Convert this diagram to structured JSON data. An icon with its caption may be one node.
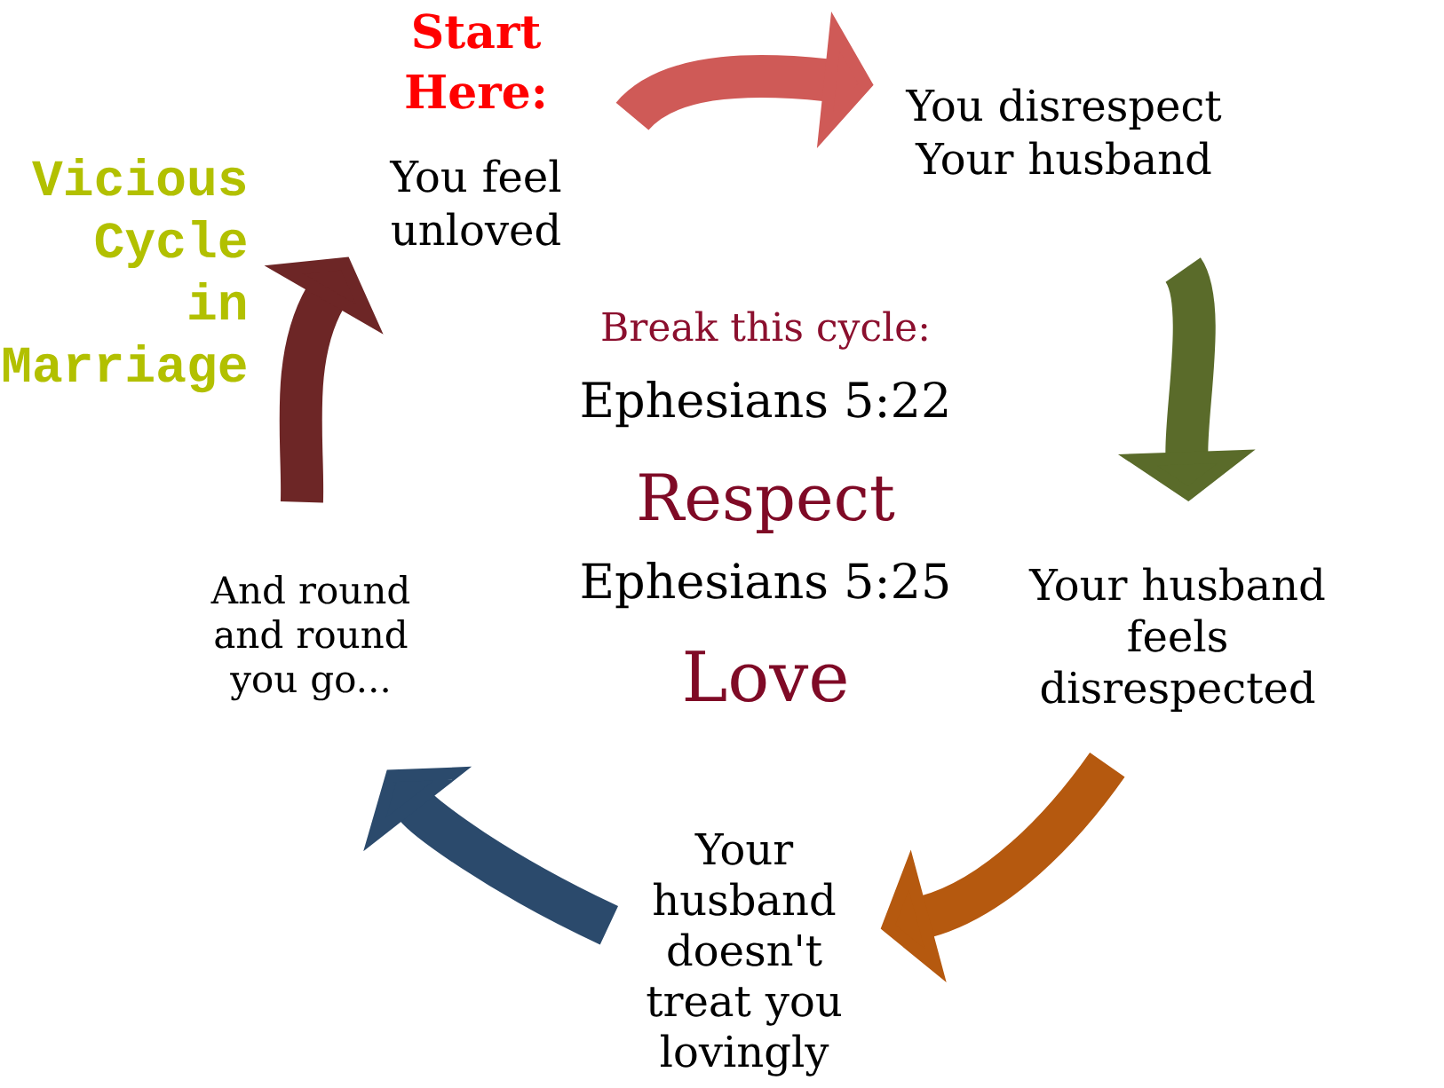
{
  "diagram": {
    "nodes": [
      {
        "text": [
          "You feel unloved"
        ],
        "beside": [
          "Start Here:"
        ]
      },
      {
        "text": [
          "You disrespect Your husband"
        ]
      },
      {
        "text": [
          "Your husband feels disrespected"
        ]
      },
      {
        "text": [
          "Your husband doesn't treat you lovingly"
        ]
      },
      {
        "text": [
          "And round and round you go..."
        ]
      }
    ],
    "edges": [
      {
        "from": 0,
        "to": 1,
        "arrow": "to",
        "color": "#cf5a57"
      },
      {
        "from": 1,
        "to": 2,
        "arrow": "to",
        "color": "#5a6b2a"
      },
      {
        "from": 2,
        "to": 3,
        "arrow": "to",
        "color": "#b5590f"
      },
      {
        "from": 3,
        "to": 4,
        "arrow": "to",
        "color": "#2b4a6c"
      },
      {
        "from": 4,
        "to": 0,
        "arrow": "to",
        "color": "#6d2626"
      }
    ],
    "labels": [
      "Vicious Cycle in Marriage",
      "Break this cycle:",
      "Ephesians 5:22",
      "Respect",
      "Ephesians 5:25",
      "Love"
    ]
  }
}
